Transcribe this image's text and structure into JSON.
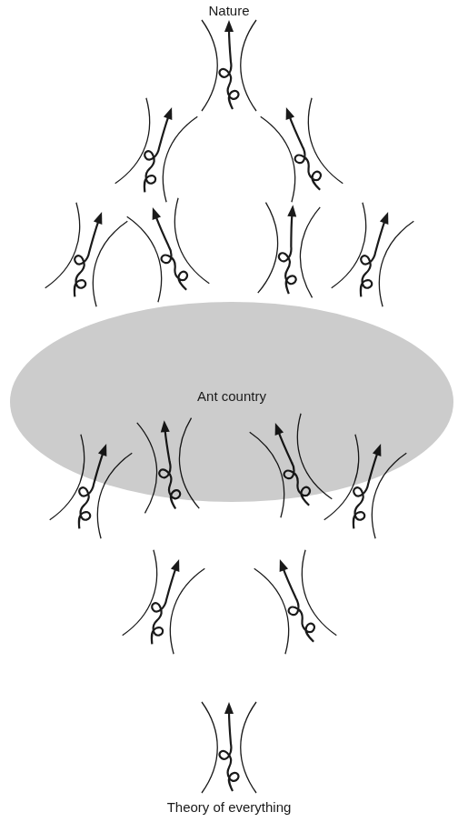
{
  "diagram": {
    "nodes": [
      {
        "text": [
          "Ant country"
        ]
      }
    ],
    "labels": [
      "Nature",
      "Theory of everything"
    ]
  }
}
